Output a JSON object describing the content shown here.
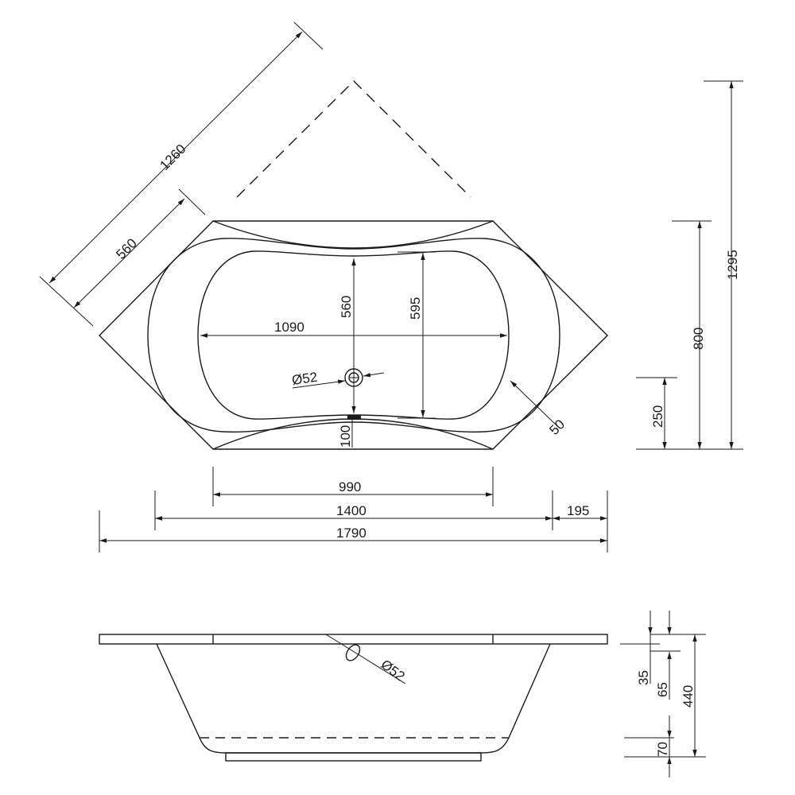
{
  "top_view": {
    "diag_overall": "1260",
    "diag_side": "560",
    "inner_width": "1090",
    "inner_depth_center": "560",
    "inner_depth": "595",
    "drain": "Ø52",
    "rim_width": "50",
    "overflow_offset": "100",
    "height_total": "1295",
    "height_side": "800",
    "height_drain": "250",
    "width_flat": "990",
    "width_rim": "1400",
    "width_corner": "195",
    "width_total": "1790"
  },
  "side_view": {
    "overflow": "Ø52",
    "rim_thickness": "35",
    "overflow_height": "65",
    "depth_total": "440",
    "base_height": "70"
  }
}
